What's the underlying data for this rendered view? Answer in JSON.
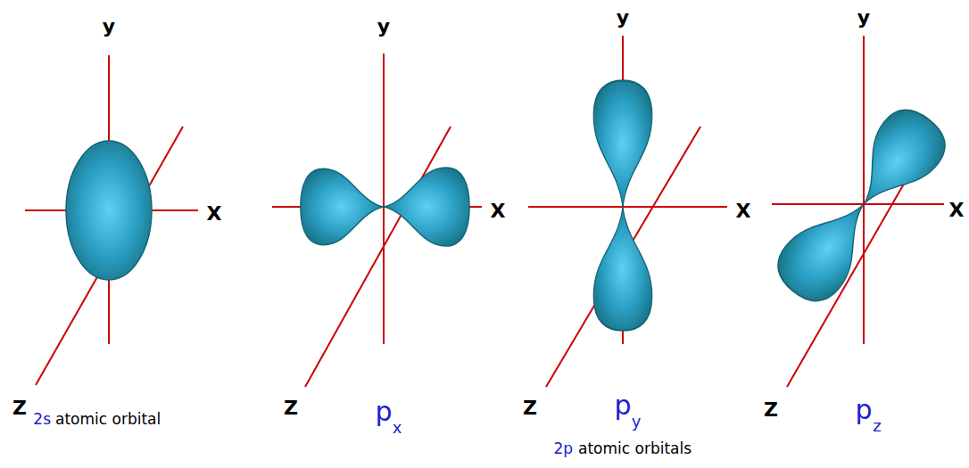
{
  "diagram": {
    "labels": [
      "y",
      "X",
      "Z",
      "2s",
      "atomic orbital",
      "y",
      "X",
      "Z",
      "p",
      "x",
      "y",
      "X",
      "Z",
      "p",
      "y",
      "2p",
      "atomic orbitals",
      "y",
      "X",
      "Z",
      "p",
      "z"
    ]
  }
}
